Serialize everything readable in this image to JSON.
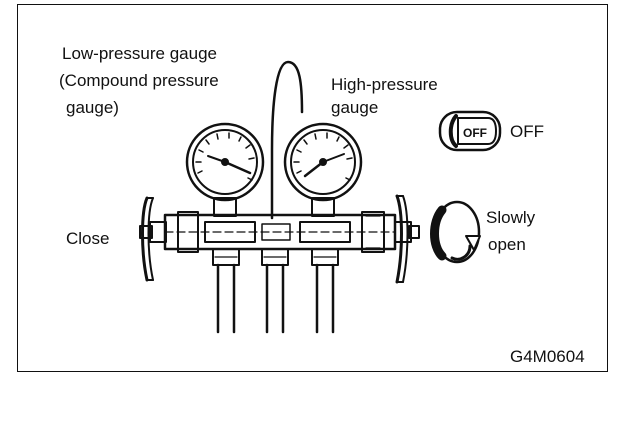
{
  "labels": {
    "low_line1": "Low-pressure gauge",
    "low_line2": "(Compound pressure",
    "low_line3": "gauge)",
    "high_line1": "High-pressure",
    "high_line2": "gauge",
    "off": "OFF",
    "knob_text": "OFF",
    "close": "Close",
    "slowly": "Slowly",
    "open": "open",
    "code": "G4M0604"
  },
  "icons": [
    "manifold-gauge-icon",
    "ignition-switch-icon",
    "rotate-arrow-icon"
  ]
}
